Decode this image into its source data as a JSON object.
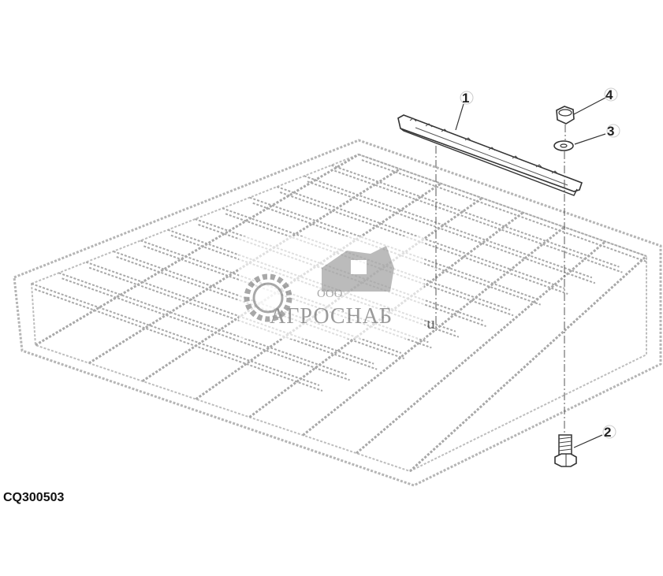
{
  "figure": {
    "id": "CQ300503",
    "callouts": [
      {
        "num": "1",
        "part": "strip"
      },
      {
        "num": "2",
        "part": "bolt"
      },
      {
        "num": "3",
        "part": "washer"
      },
      {
        "num": "4",
        "part": "nut"
      }
    ]
  },
  "watermark": {
    "company_form": "ООО",
    "company_name": "АГРОСНАБ",
    "suffix": "u"
  }
}
